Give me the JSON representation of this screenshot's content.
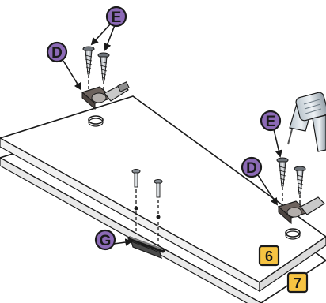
{
  "callouts": {
    "e_top": "E",
    "d_top": "D",
    "e_right": "E",
    "d_right": "D",
    "g_handle": "G"
  },
  "part_numbers": {
    "door_top": "6",
    "door_bottom": "7"
  },
  "colors": {
    "callout_fill": "#8c6ab6",
    "part_number_fill": "#f6c342",
    "outline": "#1a1a1a"
  },
  "icons": [
    "screw-icon",
    "hinge-icon",
    "drill-icon",
    "handle-icon"
  ]
}
